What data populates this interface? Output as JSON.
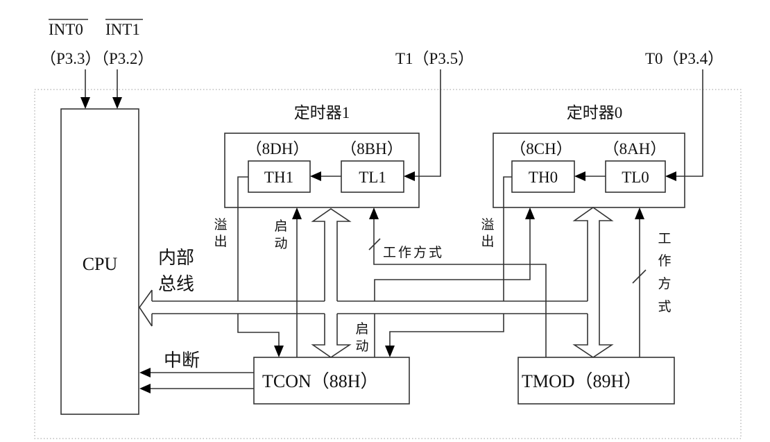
{
  "inputs": {
    "int0": "INT0",
    "int1": "INT1",
    "int0_pin": "（P3.3）",
    "int1_pin": "（P3.2）",
    "t1": "T1（P3.5）",
    "t0": "T0（P3.4）"
  },
  "cpu": {
    "label": "CPU"
  },
  "bus": {
    "line1": "内部",
    "line2": "总线"
  },
  "timer1": {
    "title": "定时器1",
    "th_addr": "（8DH）",
    "tl_addr": "（8BH）",
    "th": "TH1",
    "tl": "TL1"
  },
  "timer0": {
    "title": "定时器0",
    "th_addr": "（8CH）",
    "tl_addr": "（8AH）",
    "th": "TH0",
    "tl": "TL0"
  },
  "signals": {
    "overflow1": [
      "溢",
      "出"
    ],
    "overflow0": [
      "溢",
      "出"
    ],
    "start1": [
      "启",
      "动"
    ],
    "start0": [
      "启",
      "动"
    ],
    "mode1": "工作方式",
    "mode0": [
      "工",
      "作",
      "方",
      "式"
    ],
    "interrupt": "中断"
  },
  "tcon": {
    "label": "TCON（88H）"
  },
  "tmod": {
    "label": "TMOD（89H）"
  }
}
